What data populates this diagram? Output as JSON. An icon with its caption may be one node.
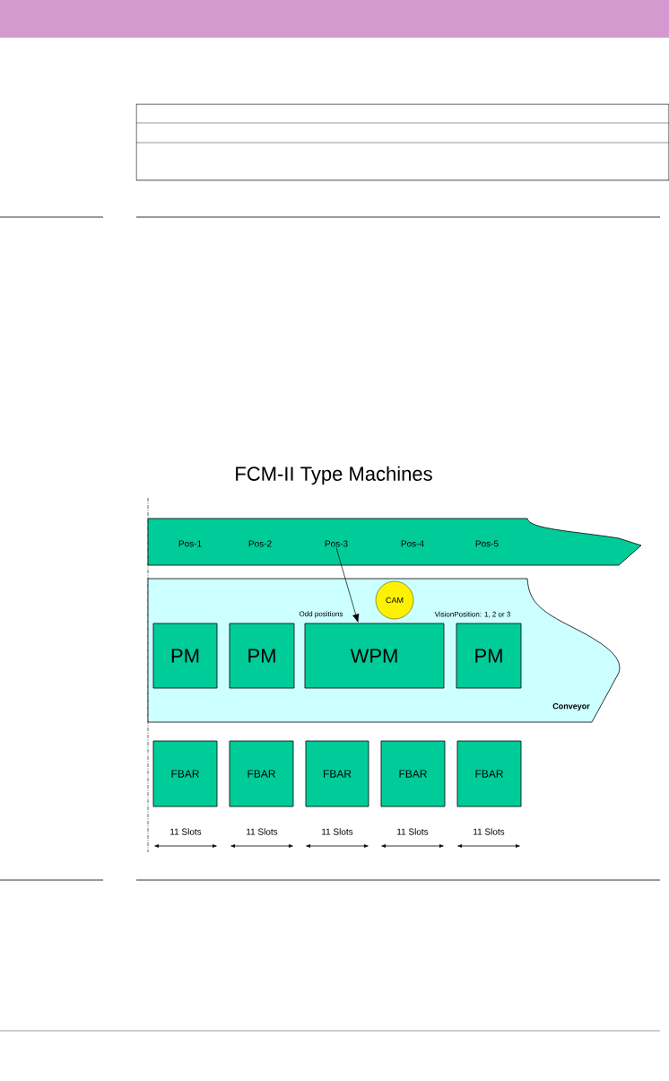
{
  "diagram": {
    "title": "FCM-II Type Machines",
    "nodes": [
      {
        "text": [],
        "shape": "bar"
      },
      {
        "text": [
          "Pos-1"
        ],
        "in": 0
      },
      {
        "text": [
          "Pos-2"
        ],
        "in": 0
      },
      {
        "text": [
          "Pos-3"
        ],
        "in": 0
      },
      {
        "text": [
          "Pos-4"
        ],
        "in": 0
      },
      {
        "text": [
          "Pos-5"
        ],
        "in": 0
      },
      {
        "text": [
          "Conveyor"
        ]
      },
      {
        "text": [
          "CAM"
        ],
        "in": 6
      },
      {
        "text": [
          "PM"
        ],
        "in": 6
      },
      {
        "text": [
          "PM"
        ],
        "in": 6
      },
      {
        "text": [
          "WPM"
        ],
        "in": 6
      },
      {
        "text": [
          "PM"
        ],
        "in": 6
      },
      {
        "text": [
          "FBAR"
        ]
      },
      {
        "text": [
          "FBAR"
        ]
      },
      {
        "text": [
          "FBAR"
        ]
      },
      {
        "text": [
          "FBAR"
        ]
      },
      {
        "text": [
          "FBAR"
        ]
      }
    ],
    "edges": [
      {
        "from": 3,
        "to": 10,
        "arrow": "to"
      }
    ],
    "labels": [
      "Odd positions",
      "VisionPosition: 1, 2 or 3",
      "11 Slots",
      "11 Slots",
      "11 Slots",
      "11 Slots",
      "11 Slots"
    ]
  }
}
